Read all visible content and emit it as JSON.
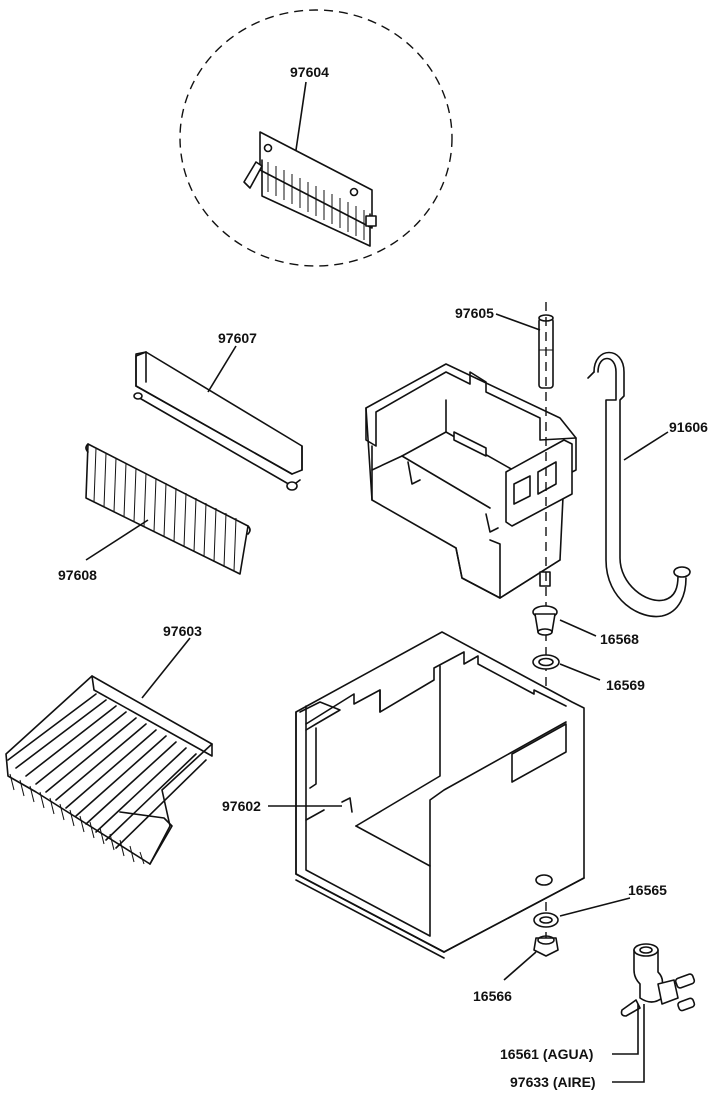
{
  "parts": {
    "detail_circle": "97604",
    "spout": "97605",
    "guard": "97607",
    "tube": "91606",
    "curtain": "97608",
    "bushing": "16568",
    "washer_top": "16569",
    "grid": "97603",
    "bracket": "97602",
    "washer_bottom": "16565",
    "nut": "16566",
    "valve_water": "16561 (AGUA)",
    "valve_air": "97633 (AIRE)"
  }
}
